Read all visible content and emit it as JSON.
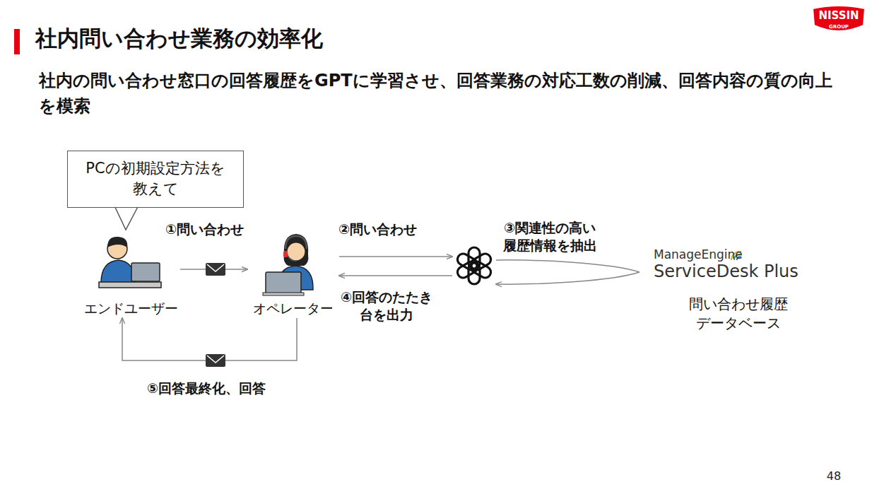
{
  "diagram": {
    "title": "社内問い合わせ業務の効率化",
    "nodes": [
      {
        "text": [
          "PCの初期設定方法を教えて"
        ]
      },
      {
        "text": [
          "エンドユーザー"
        ]
      },
      {
        "text": [
          "オペレーター"
        ]
      },
      {
        "text": []
      },
      {
        "text": [
          "ManageEngine",
          "ServiceDesk Plus",
          "問い合わせ履歴 データベース"
        ]
      }
    ],
    "edges": [
      {
        "from": 1,
        "to": 2,
        "label": "①問い合わせ",
        "arrow": "to"
      },
      {
        "from": 2,
        "to": 3,
        "label": "②問い合わせ",
        "arrow": "to"
      },
      {
        "from": 4,
        "to": 3,
        "label": "③関連性の高い 履歴情報を抽出",
        "arrow": "to"
      },
      {
        "from": 3,
        "to": 2,
        "label": "④回答のたたき 台を出力",
        "arrow": "to"
      },
      {
        "from": 2,
        "to": 1,
        "label": "⑤回答最終化、回答",
        "arrow": "to"
      }
    ],
    "labels": [
      "社内の問い合わせ窓口の回答履歴をGPTに学習させ、回答業務の対応工数の削減、回答内容の質の向上を模索",
      "NISSIN",
      "GROUP",
      "48"
    ]
  }
}
